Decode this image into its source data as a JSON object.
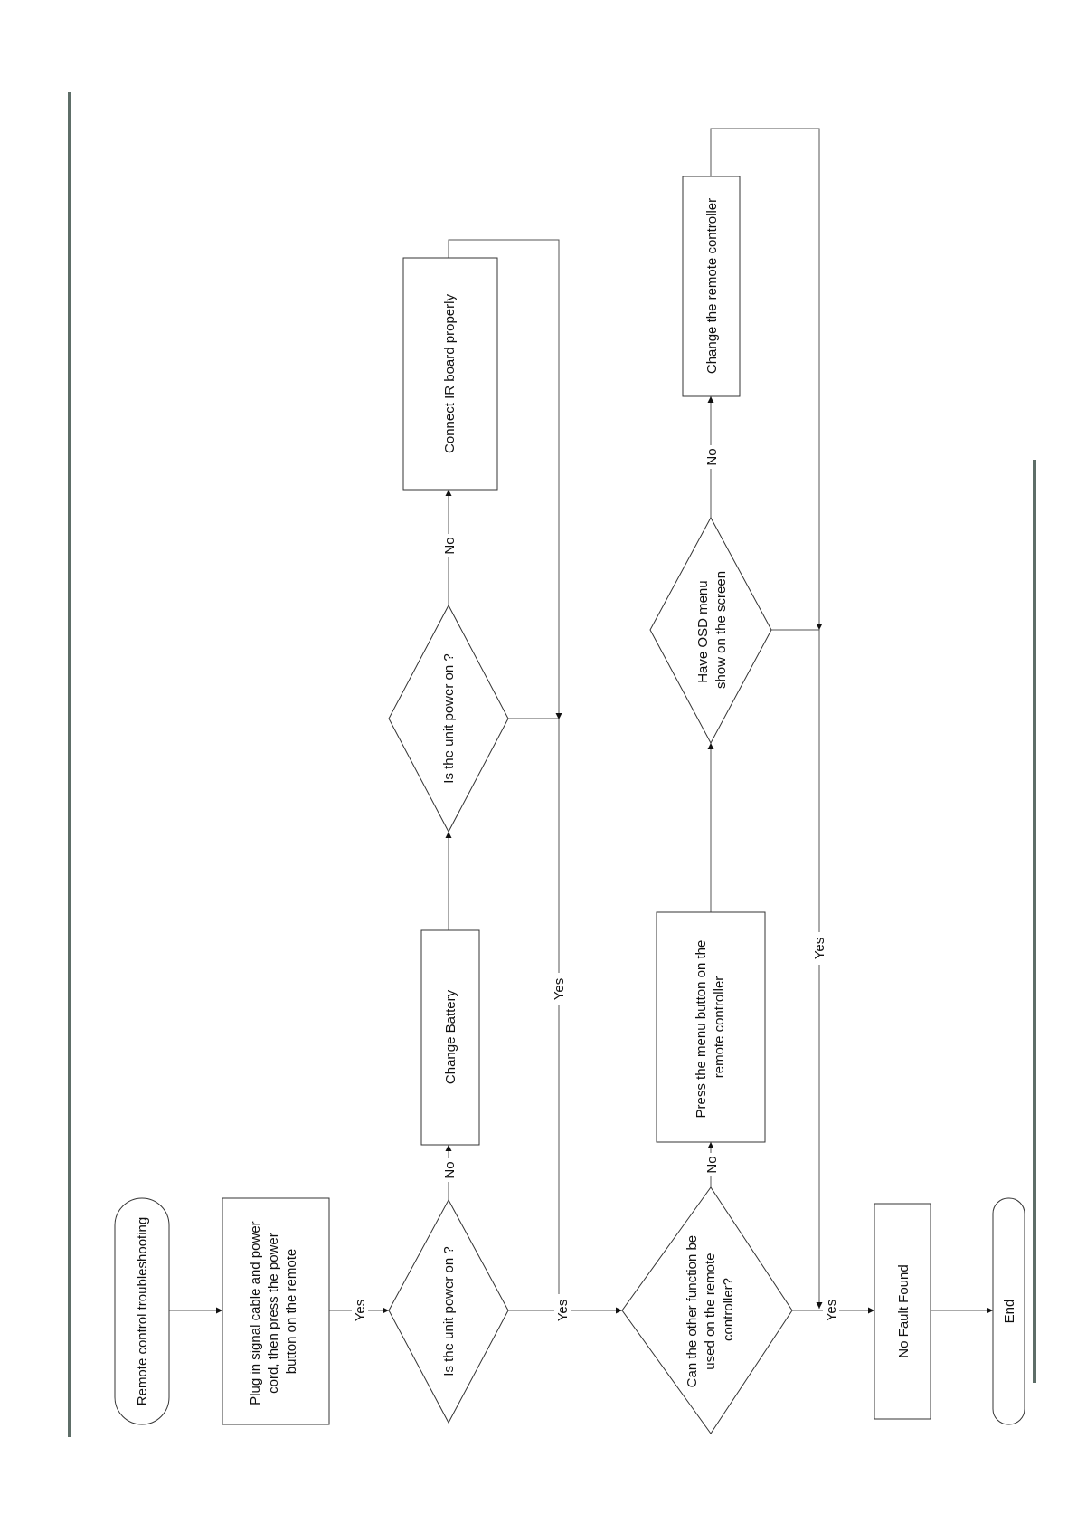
{
  "diagram": {
    "nodes": {
      "start": {
        "label": "Remote control troubleshooting"
      },
      "plug": {
        "lines": [
          "Plug in signal cable and power",
          "cord, then press the power",
          "button on the remote"
        ]
      },
      "check_power_1": {
        "label": "Is the unit power on ?"
      },
      "change_battery": {
        "label": "Change Battery"
      },
      "check_power_2": {
        "label": "Is the unit power on ?"
      },
      "connect_ir": {
        "label": "Connect IR board  properly"
      },
      "other_function": {
        "lines": [
          "Can the other function be",
          "used on the remote",
          "controller?"
        ]
      },
      "press_menu": {
        "lines": [
          "Press the menu button on the",
          "remote controller"
        ]
      },
      "osd_menu": {
        "lines": [
          "Have OSD menu",
          "show on the screen"
        ]
      },
      "change_remote": {
        "label": "Change the remote controller"
      },
      "no_fault": {
        "label": "No Fault Found"
      },
      "end": {
        "label": "End"
      }
    },
    "edge_labels": {
      "yes": "Yes",
      "no": "No"
    }
  }
}
